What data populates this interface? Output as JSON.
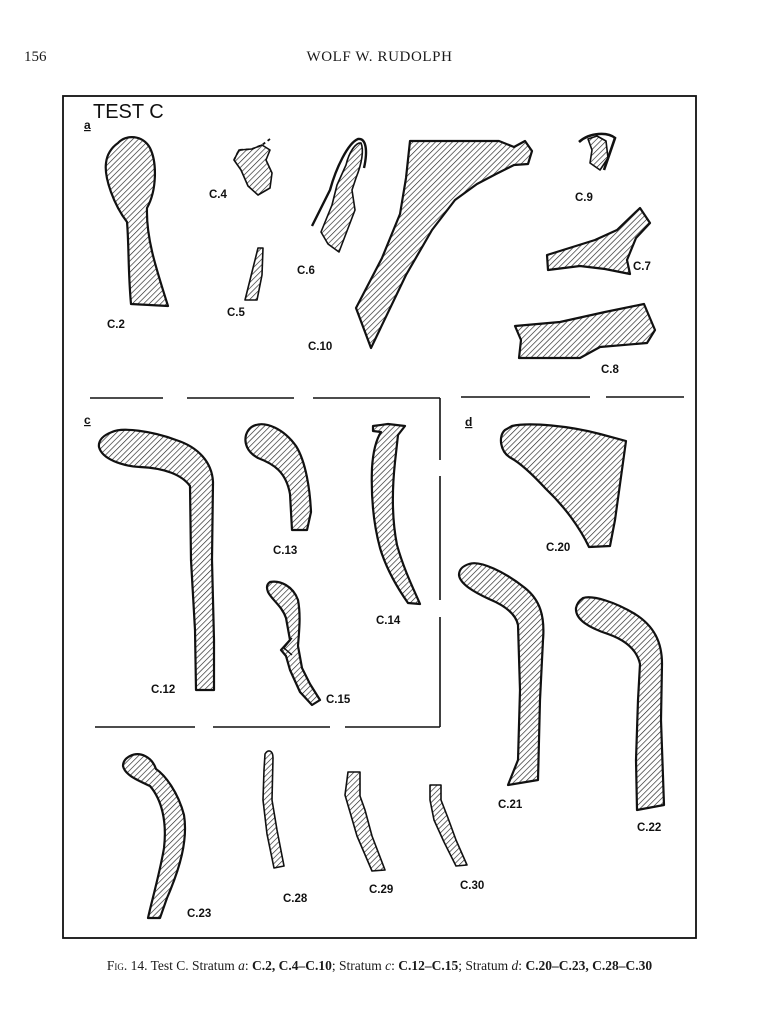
{
  "header": {
    "page_number": "156",
    "running_head": "WOLF W. RUDOLPH"
  },
  "figure": {
    "title": "TEST C",
    "strata": {
      "a": "a",
      "c": "c",
      "d": "d"
    },
    "labels": {
      "c2": "C.2",
      "c4": "C.4",
      "c5": "C.5",
      "c6": "C.6",
      "c7": "C.7",
      "c8": "C.8",
      "c9": "C.9",
      "c10": "C.10",
      "c12": "C.12",
      "c13": "C.13",
      "c14": "C.14",
      "c15": "C.15",
      "c20": "C.20",
      "c21": "C.21",
      "c22": "C.22",
      "c23": "C.23",
      "c28": "C.28",
      "c29": "C.29",
      "c30": "C.30"
    }
  },
  "caption": {
    "fig_label": "Fig. 14.",
    "lead": " Test C. Stratum ",
    "stratum_a": "a",
    "sep1": ": ",
    "a_items": "C.2, C.4–C.10",
    "sep2": "; Stratum ",
    "stratum_c": "c",
    "sep3": ": ",
    "c_items": "C.12–C.15",
    "sep4": "; Stratum ",
    "stratum_d": "d",
    "sep5": ": ",
    "d_items": "C.20–C.23, C.28–C.30"
  }
}
